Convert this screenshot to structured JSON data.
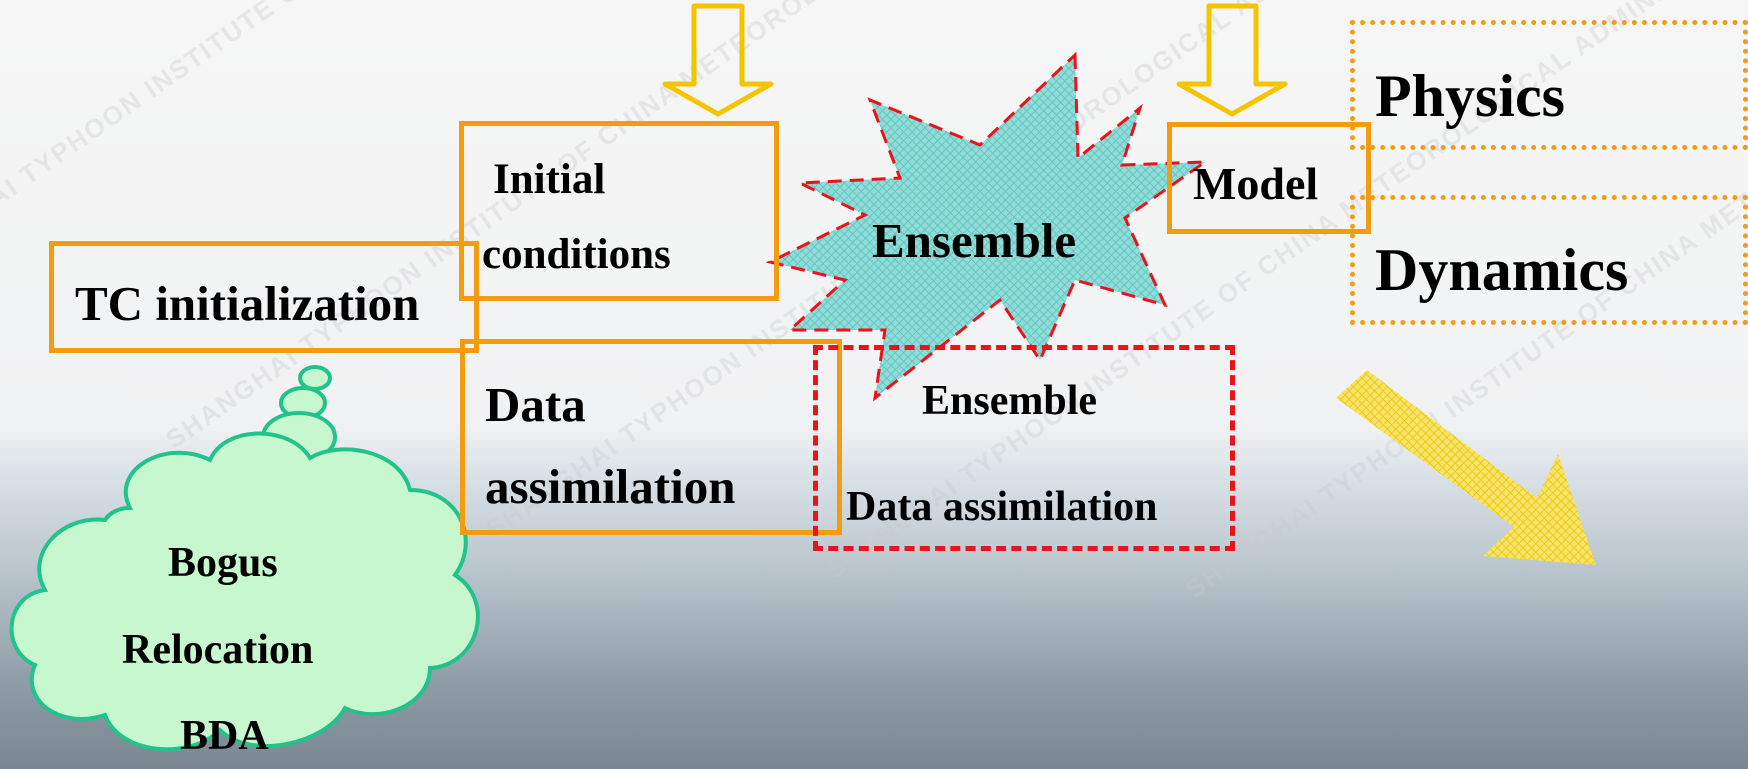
{
  "watermark_text": "SHANGHAI TYPHOON INSTITUTE OF CHINA METEOROLOGICAL ADMINISTRATION",
  "nodes": {
    "tc_init": "TC initialization",
    "initial_line1": "Initial",
    "initial_line2": "conditions",
    "data_line1": "Data",
    "data_line2": "assimilation",
    "ensemble_burst": "Ensemble",
    "ens_da_line1": "Ensemble",
    "ens_da_line2": "Data assimilation",
    "model": "Model",
    "physics": "Physics",
    "dynamics": "Dynamics"
  },
  "cloud": {
    "items": [
      "Bogus",
      "Relocation",
      "BDA"
    ]
  },
  "colors": {
    "orange": "#f39c12",
    "red_dash": "#e8141b",
    "burst_fill": "#7fd3d0",
    "cloud_fill": "#c7f7cf",
    "cloud_stroke": "#22c38a",
    "arrow_yellow": "#f5d200"
  }
}
